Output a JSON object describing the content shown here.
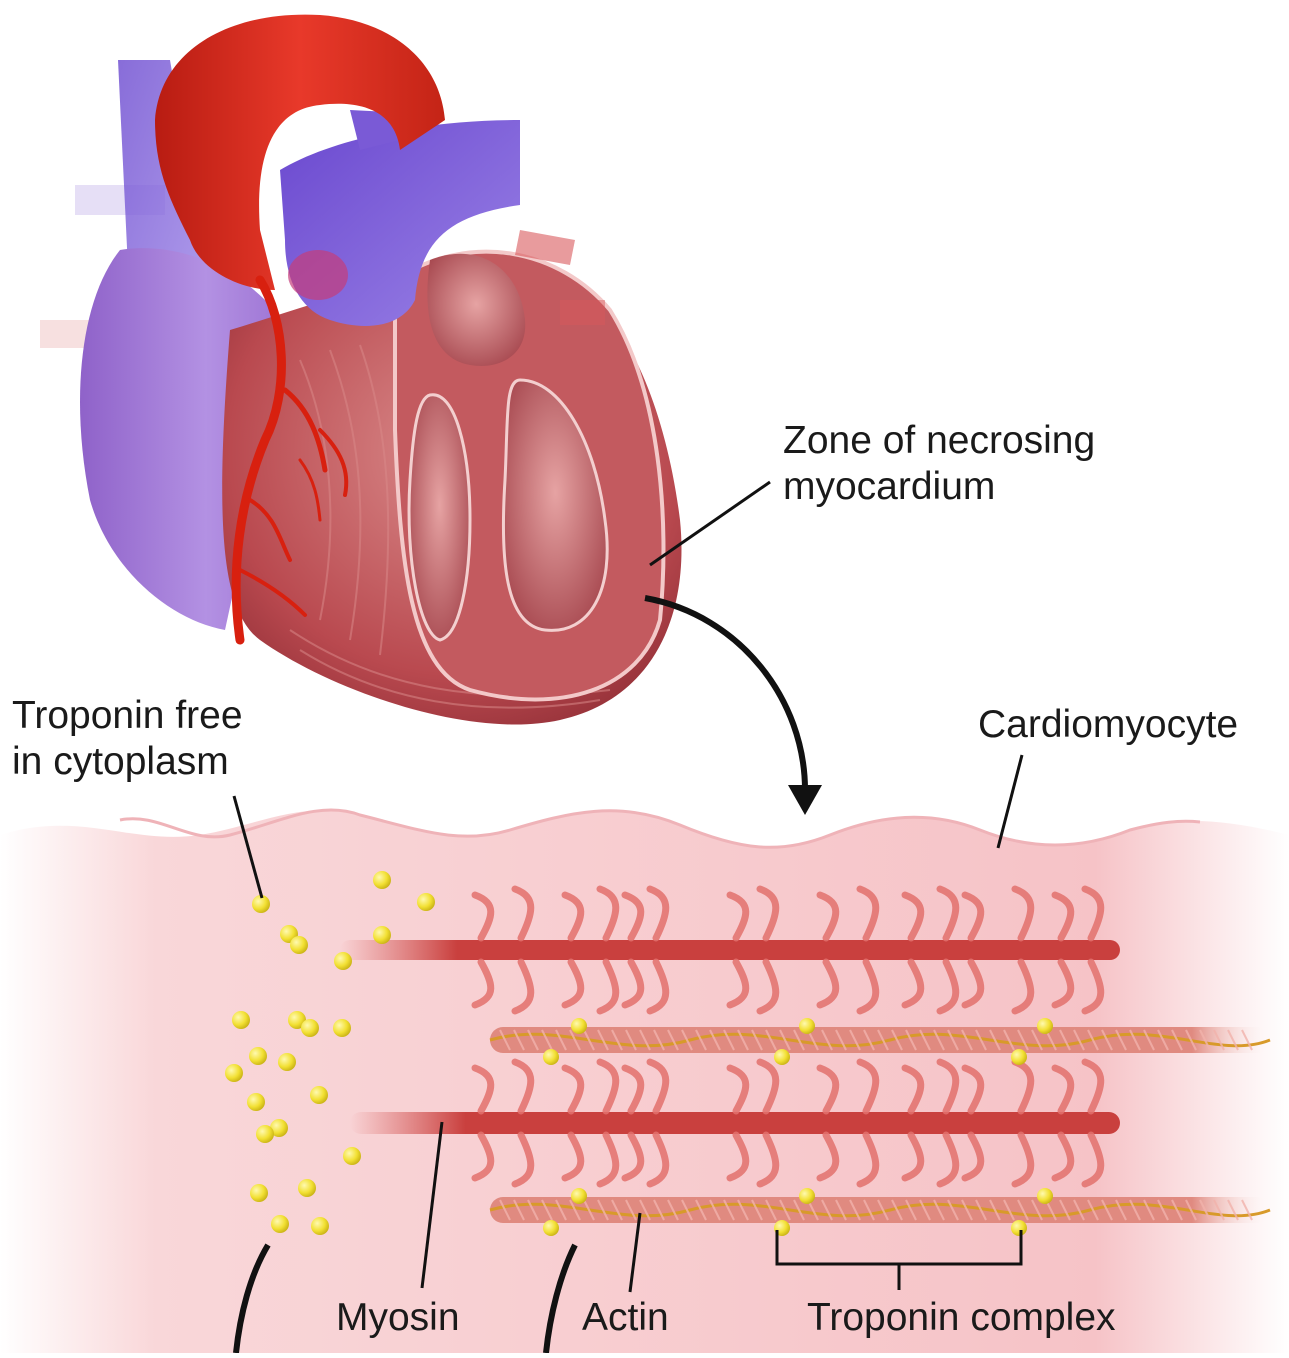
{
  "labels": {
    "zone_line1": "Zone of necrosing",
    "zone_line2": "myocardium",
    "troponin_free_line1": "Troponin free",
    "troponin_free_line2": "in cytoplasm",
    "cardiomyocyte": "Cardiomyocyte",
    "myosin": "Myosin",
    "actin": "Actin",
    "troponin_complex": "Troponin complex"
  },
  "colors": {
    "aorta": "#d42a1c",
    "vena_cava": "#7a5ad6",
    "atrium": "#a77ad6",
    "myocardium": "#b8484e",
    "coronary_artery": "#d8200f",
    "cytoplasm": "#f7c9cc",
    "myosin": "#d4524f",
    "actin": "#e08a80",
    "troponin": "#f2e033",
    "tropomyosin": "#d89a2a"
  }
}
